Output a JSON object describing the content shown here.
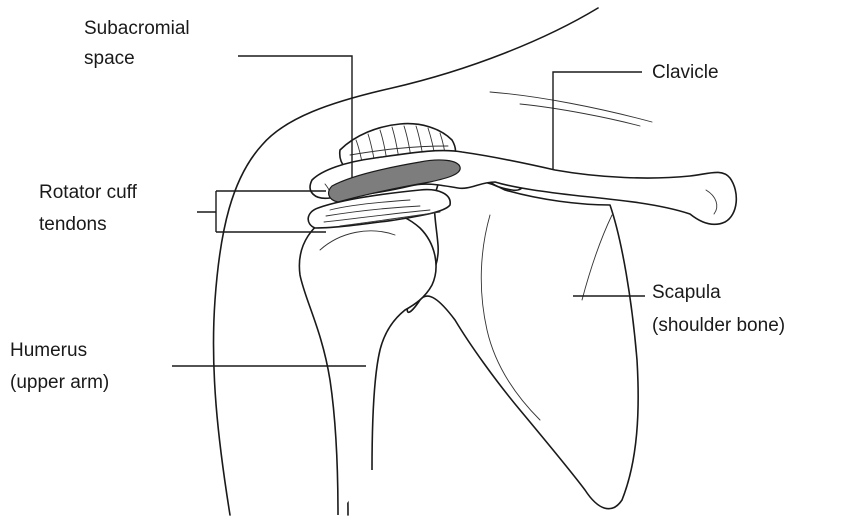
{
  "labels": {
    "subacromial_space": [
      "Subacromial",
      "space"
    ],
    "clavicle": [
      "Clavicle"
    ],
    "rotator_cuff_tendons": [
      "Rotator cuff",
      "tendons"
    ],
    "scapula": [
      "Scapula",
      "(shoulder bone)"
    ],
    "humerus": [
      "Humerus",
      "(upper arm)"
    ]
  },
  "colors": {
    "subacromial_space_fill": "#7d7d7d",
    "line": "#1a1a1a",
    "background": "#ffffff"
  }
}
